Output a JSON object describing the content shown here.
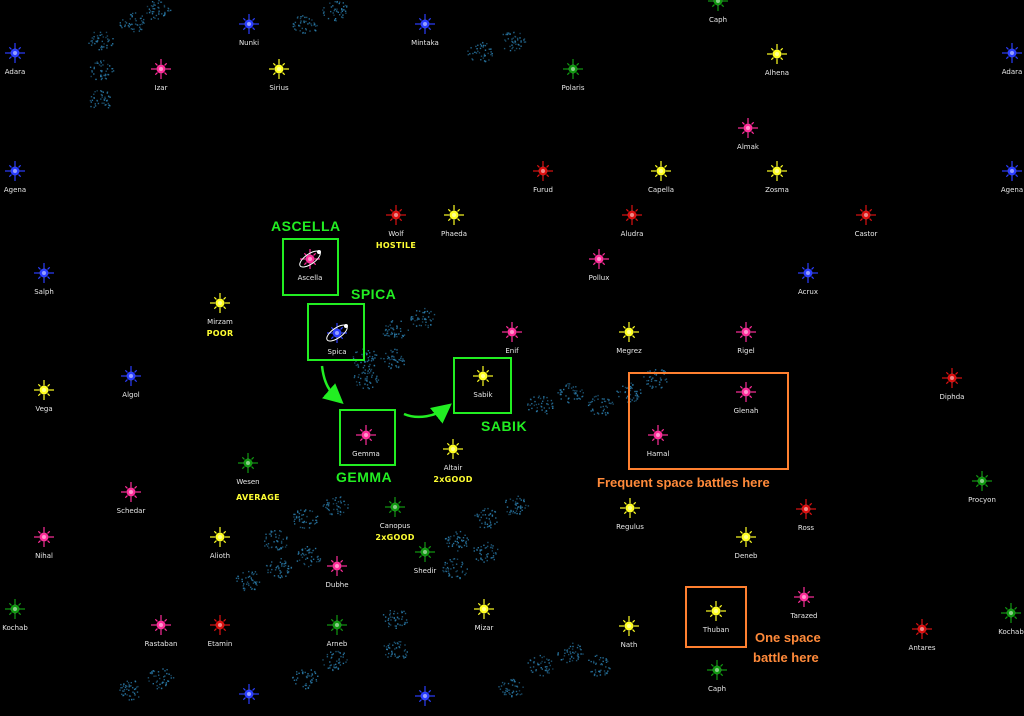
{
  "colors": {
    "blue": "#2a3dff",
    "red": "#dd1111",
    "magenta": "#ff2d9a",
    "yellow": "#ffff22",
    "green": "#119911",
    "annotation_green": "#22ee22",
    "annotation_orange": "#ff8030",
    "status_yellow": "#ffff33",
    "nebula": "#2a7aa8"
  },
  "stars": [
    {
      "name": "Caph",
      "color": "green"
    },
    {
      "name": "Nunki",
      "color": "blue"
    },
    {
      "name": "Mintaka",
      "color": "blue"
    },
    {
      "name": "Adara",
      "color": "blue"
    },
    {
      "name": "Izar",
      "color": "magenta"
    },
    {
      "name": "Sirius",
      "color": "yellow"
    },
    {
      "name": "Polaris",
      "color": "green"
    },
    {
      "name": "Alhena",
      "color": "yellow"
    },
    {
      "name": "Adara",
      "color": "blue"
    },
    {
      "name": "Almak",
      "color": "magenta"
    },
    {
      "name": "Agena",
      "color": "blue"
    },
    {
      "name": "Furud",
      "color": "red"
    },
    {
      "name": "Capella",
      "color": "yellow"
    },
    {
      "name": "Zosma",
      "color": "yellow"
    },
    {
      "name": "Agena",
      "color": "blue"
    },
    {
      "name": "Wolf",
      "color": "red",
      "status": "HOSTILE"
    },
    {
      "name": "Phaeda",
      "color": "yellow"
    },
    {
      "name": "Aludra",
      "color": "red"
    },
    {
      "name": "Castor",
      "color": "red"
    },
    {
      "name": "Ascella",
      "color": "magenta",
      "planet": true
    },
    {
      "name": "Pollux",
      "color": "magenta"
    },
    {
      "name": "Salph",
      "color": "blue"
    },
    {
      "name": "Acrux",
      "color": "blue"
    },
    {
      "name": "Mirzam",
      "color": "yellow",
      "status": "POOR"
    },
    {
      "name": "Spica",
      "color": "blue",
      "planet": true
    },
    {
      "name": "Enif",
      "color": "magenta"
    },
    {
      "name": "Megrez",
      "color": "yellow"
    },
    {
      "name": "Rigel",
      "color": "magenta"
    },
    {
      "name": "Vega",
      "color": "yellow"
    },
    {
      "name": "Algol",
      "color": "blue"
    },
    {
      "name": "Sabik",
      "color": "yellow"
    },
    {
      "name": "Glenah",
      "color": "magenta"
    },
    {
      "name": "Diphda",
      "color": "red"
    },
    {
      "name": "Gemma",
      "color": "magenta"
    },
    {
      "name": "Hamal",
      "color": "magenta"
    },
    {
      "name": "Altair",
      "color": "yellow",
      "status": "2xGOOD"
    },
    {
      "name": "Wesen",
      "color": "green",
      "status": "AVERAGE"
    },
    {
      "name": "Schedar",
      "color": "magenta"
    },
    {
      "name": "Canopus",
      "color": "green",
      "status": "2xGOOD"
    },
    {
      "name": "Regulus",
      "color": "yellow"
    },
    {
      "name": "Ross",
      "color": "red"
    },
    {
      "name": "Procyon",
      "color": "green"
    },
    {
      "name": "Nihal",
      "color": "magenta"
    },
    {
      "name": "Alioth",
      "color": "yellow"
    },
    {
      "name": "Deneb",
      "color": "yellow"
    },
    {
      "name": "Shedir",
      "color": "green"
    },
    {
      "name": "Dubhe",
      "color": "magenta"
    },
    {
      "name": "Kochab",
      "color": "green"
    },
    {
      "name": "Rastaban",
      "color": "magenta"
    },
    {
      "name": "Etamin",
      "color": "red"
    },
    {
      "name": "Arneb",
      "color": "green"
    },
    {
      "name": "Mizar",
      "color": "yellow"
    },
    {
      "name": "Thuban",
      "color": "yellow"
    },
    {
      "name": "Tarazed",
      "color": "magenta"
    },
    {
      "name": "Nath",
      "color": "yellow"
    },
    {
      "name": "Antares",
      "color": "red"
    },
    {
      "name": "Kochab",
      "color": "green"
    },
    {
      "name": "Caph",
      "color": "green"
    },
    {
      "name": "",
      "color": "blue"
    },
    {
      "name": "",
      "color": "blue"
    }
  ],
  "annotations": {
    "ascella": "ASCELLA",
    "spica": "SPICA",
    "sabik": "SABIK",
    "gemma": "GEMMA",
    "frequent_battles": "Frequent space battles here",
    "one_battle_line1": "One space",
    "one_battle_line2": "battle here"
  }
}
